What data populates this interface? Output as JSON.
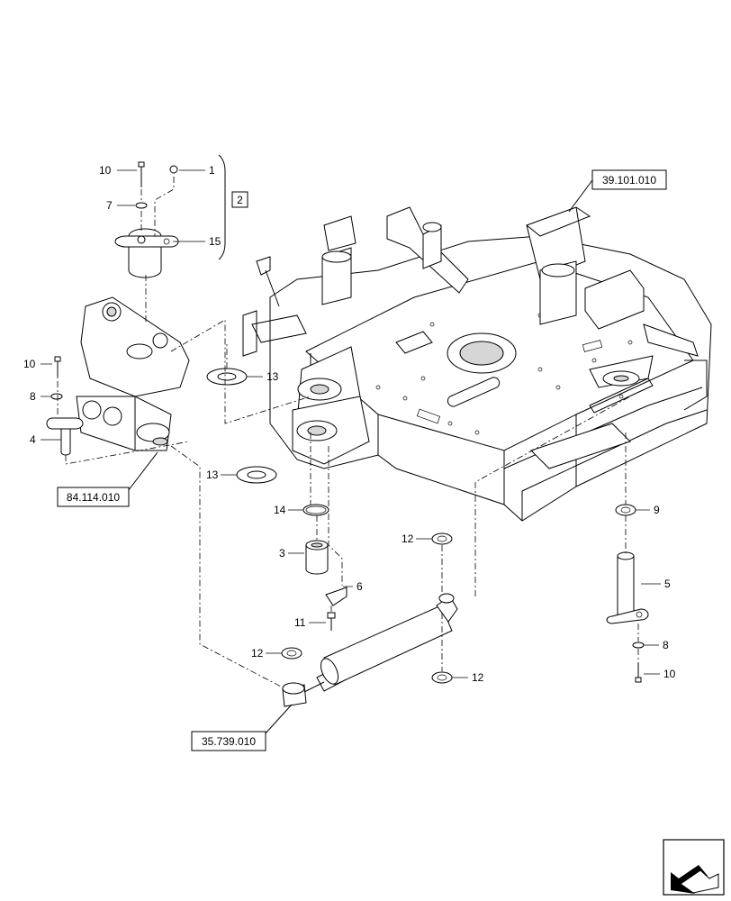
{
  "references": {
    "frame": "39.101.010",
    "swing_bracket": "84.114.010",
    "cylinder": "35.739.010"
  },
  "group_label": "2",
  "callouts": {
    "c1": "1",
    "c3": "3",
    "c4": "4",
    "c5": "5",
    "c6": "6",
    "c7": "7",
    "c8a": "8",
    "c8b": "8",
    "c9": "9",
    "c10a": "10",
    "c10b": "10",
    "c10c": "10",
    "c11": "11",
    "c12a": "12",
    "c12b": "12",
    "c12c": "12",
    "c13a": "13",
    "c13b": "13",
    "c14": "14",
    "c15": "15"
  },
  "icons": {
    "navigation": "exit-arrow-icon"
  }
}
